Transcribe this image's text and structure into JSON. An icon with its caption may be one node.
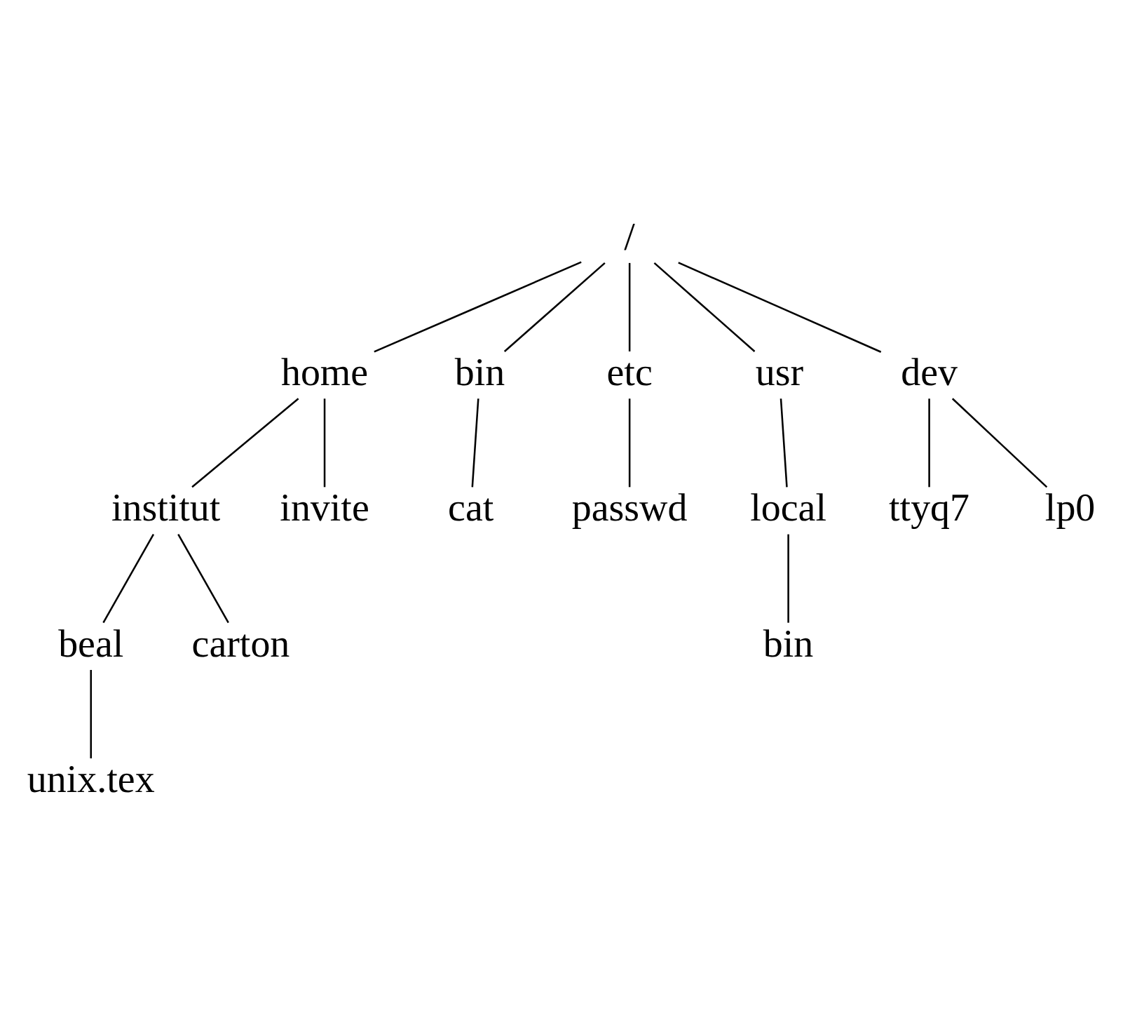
{
  "diagram": {
    "nodes": [
      {
        "text": [
          "/"
        ]
      },
      {
        "text": [
          "home"
        ]
      },
      {
        "text": [
          "bin"
        ]
      },
      {
        "text": [
          "etc"
        ]
      },
      {
        "text": [
          "usr"
        ]
      },
      {
        "text": [
          "dev"
        ]
      },
      {
        "text": [
          "institut"
        ]
      },
      {
        "text": [
          "invite"
        ]
      },
      {
        "text": [
          "cat"
        ]
      },
      {
        "text": [
          "passwd"
        ]
      },
      {
        "text": [
          "local"
        ]
      },
      {
        "text": [
          "ttyq7"
        ]
      },
      {
        "text": [
          "lp0"
        ]
      },
      {
        "text": [
          "beal"
        ]
      },
      {
        "text": [
          "carton"
        ]
      },
      {
        "text": [
          "bin"
        ]
      },
      {
        "text": [
          "unix.tex"
        ]
      }
    ],
    "edges": [
      {
        "from": 0,
        "to": 1,
        "arrow": "none"
      },
      {
        "from": 0,
        "to": 2,
        "arrow": "none"
      },
      {
        "from": 0,
        "to": 3,
        "arrow": "none"
      },
      {
        "from": 0,
        "to": 4,
        "arrow": "none"
      },
      {
        "from": 0,
        "to": 5,
        "arrow": "none"
      },
      {
        "from": 1,
        "to": 6,
        "arrow": "none"
      },
      {
        "from": 1,
        "to": 7,
        "arrow": "none"
      },
      {
        "from": 2,
        "to": 8,
        "arrow": "none"
      },
      {
        "from": 3,
        "to": 9,
        "arrow": "none"
      },
      {
        "from": 4,
        "to": 10,
        "arrow": "none"
      },
      {
        "from": 5,
        "to": 11,
        "arrow": "none"
      },
      {
        "from": 5,
        "to": 12,
        "arrow": "none"
      },
      {
        "from": 6,
        "to": 13,
        "arrow": "none"
      },
      {
        "from": 6,
        "to": 14,
        "arrow": "none"
      },
      {
        "from": 10,
        "to": 15,
        "arrow": "none"
      },
      {
        "from": 13,
        "to": 16,
        "arrow": "none"
      }
    ]
  }
}
